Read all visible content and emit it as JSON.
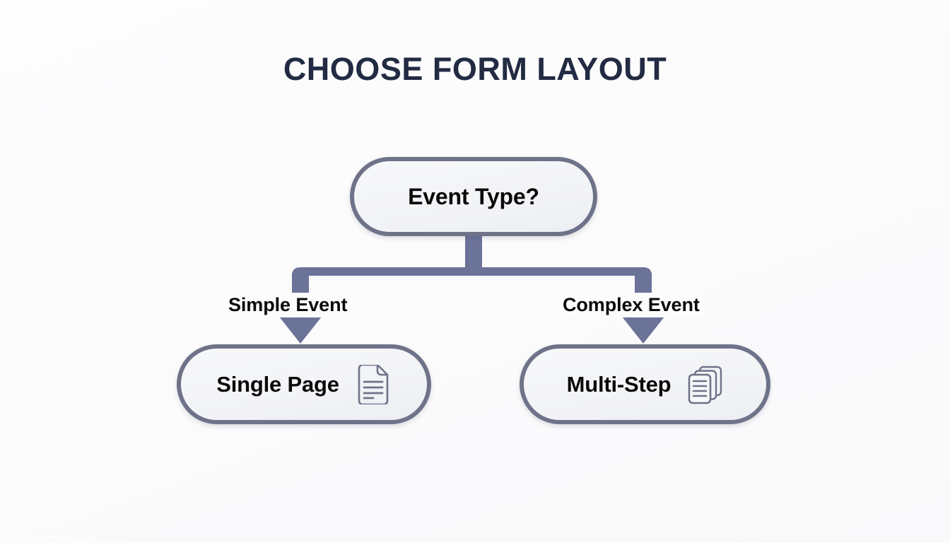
{
  "diagram": {
    "title": "CHOOSE FORM LAYOUT",
    "background_color": "#fcfcfd",
    "title_color": "#232b43",
    "connector_color": "#6c7399",
    "node_border_color": "#6e7389",
    "node_fill_color": "#f3f4f7",
    "node_text_color": "#0a0a0a",
    "icon_color": "#6e7389",
    "decision": {
      "label": "Event Type?",
      "shape": "pill"
    },
    "branches": [
      {
        "edge_label": "Simple Event",
        "target": {
          "label": "Single Page",
          "icon": "document-icon",
          "shape": "pill"
        }
      },
      {
        "edge_label": "Complex Event",
        "target": {
          "label": "Multi-Step",
          "icon": "documents-stack-icon",
          "shape": "pill"
        }
      }
    ]
  }
}
